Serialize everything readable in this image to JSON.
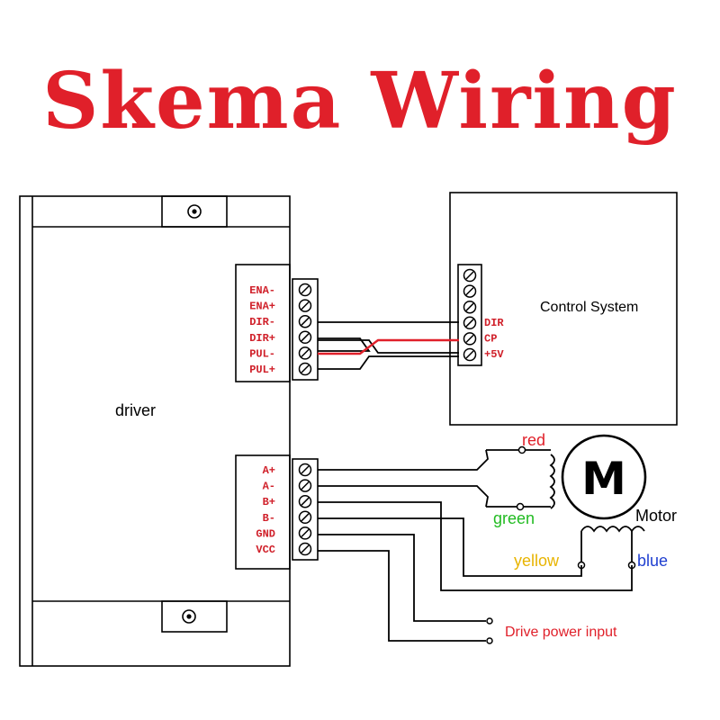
{
  "title": "Skema Wiring",
  "driver": {
    "label": "driver",
    "control_terminals": [
      "ENA-",
      "ENA+",
      "DIR-",
      "DIR+",
      "PUL-",
      "PUL+"
    ],
    "power_terminals": [
      "A+",
      "A-",
      "B+",
      "B-",
      "GND",
      "VCC"
    ]
  },
  "control_system": {
    "label": "Control System",
    "terminals": [
      "DIR",
      "CP",
      "+5V"
    ]
  },
  "motor": {
    "symbol": "M",
    "label": "Motor",
    "wires": [
      {
        "name": "red",
        "color": "#e0202a"
      },
      {
        "name": "green",
        "color": "#22bb22"
      },
      {
        "name": "yellow",
        "color": "#e8b400"
      },
      {
        "name": "blue",
        "color": "#1f3fd0"
      }
    ]
  },
  "power_input": {
    "label": "Drive power input",
    "color": "#e0202a"
  },
  "colors": {
    "title": "#e0202a",
    "terminal_label": "#d0202a",
    "line": "#000000"
  }
}
